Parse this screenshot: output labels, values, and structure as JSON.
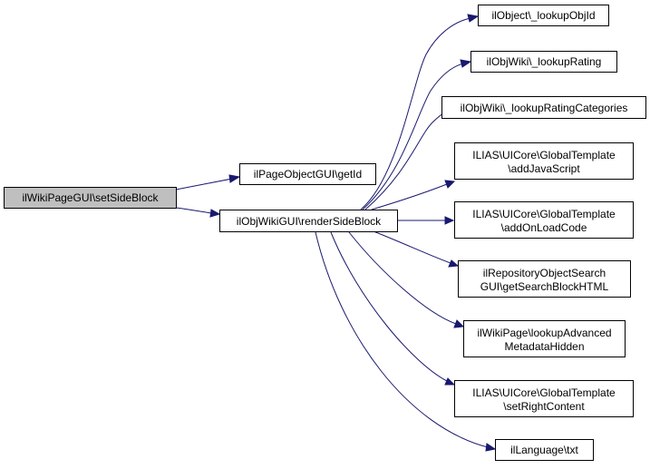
{
  "nodes": {
    "root": [
      "ilWikiPageGUI\\setSideBlock"
    ],
    "get_id": [
      "ilPageObjectGUI\\getId"
    ],
    "render_side_block": [
      "ilObjWikiGUI\\renderSideBlock"
    ],
    "lookup_obj_id": [
      "ilObject\\_lookupObjId"
    ],
    "lookup_rating": [
      "ilObjWiki\\_lookupRating"
    ],
    "lookup_rating_categories": [
      "ilObjWiki\\_lookupRatingCategories"
    ],
    "add_javascript": [
      "ILIAS\\UICore\\GlobalTemplate",
      "\\addJavaScript"
    ],
    "add_onload_code": [
      "ILIAS\\UICore\\GlobalTemplate",
      "\\addOnLoadCode"
    ],
    "get_search_block_html": [
      "ilRepositoryObjectSearch",
      "GUI\\getSearchBlockHTML"
    ],
    "lookup_advanced_metadata_hidden": [
      "ilWikiPage\\lookupAdvanced",
      "MetadataHidden"
    ],
    "set_right_content": [
      "ILIAS\\UICore\\GlobalTemplate",
      "\\setRightContent"
    ],
    "language_txt": [
      "ilLanguage\\txt"
    ]
  },
  "colors": {
    "edge": "#191970",
    "root_fill": "#bfbfbf",
    "node_fill": "#ffffff",
    "border": "#000000"
  }
}
